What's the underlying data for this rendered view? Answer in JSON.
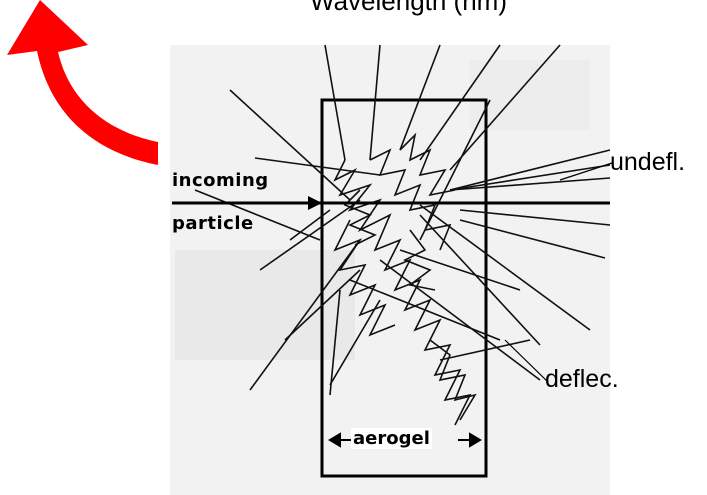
{
  "diagram": {
    "top_caption": "Wavelength (nm)",
    "labels": {
      "incoming": "incoming",
      "particle": "particle",
      "aerogel": "aerogel",
      "undeflected": "undefl.",
      "deflected": "deflec."
    },
    "arrow_color": "#ff0000",
    "arrow_icon": "curved-arrow-icon"
  }
}
